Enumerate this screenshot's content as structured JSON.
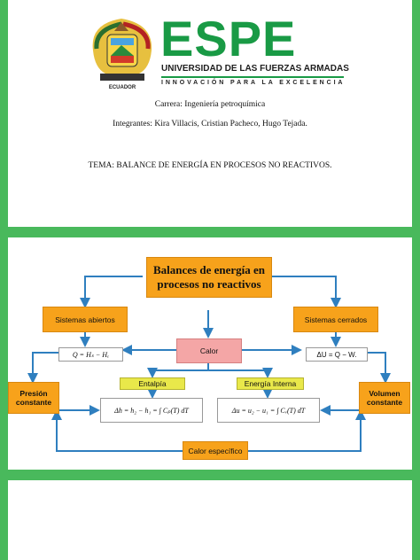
{
  "header": {
    "logo_text": "ESPE",
    "university": "UNIVERSIDAD DE LAS FUERZAS ARMADAS",
    "tagline": "INNOVACIÓN PARA LA EXCELENCIA",
    "crest_label": "ECUADOR"
  },
  "cover": {
    "carrera": "Carrera: Ingeniería petroquímica",
    "integrantes": "Integrantes: Kira Villacis, Cristian Pacheco, Hugo Tejada.",
    "tema": "TEMA: BALANCE DE ENERGÍA EN PROCESOS NO REACTIVOS."
  },
  "diagram": {
    "title": "Balances de energía en procesos no reactivos",
    "open_systems": "Sistemas abiertos",
    "closed_systems": "Sistemas cerrados",
    "open_eq": "Q = Hₛ − Hₑ",
    "closed_eq": "ΔU = Q − W.",
    "heat": "Calor",
    "enthalpy": "Entalpía",
    "internal_energy": "Energía Interna",
    "constant_pressure": "Presión constante",
    "constant_volume": "Volumen constante",
    "enthalpy_eq": "Δh = h₂ − h₁ = ∫ Cₚ(T) dT",
    "internal_energy_eq": "Δu = u₂ − u₁ = ∫ Cᵥ(T) dT",
    "specific_heat": "Calor específico"
  },
  "colors": {
    "background_green": "#49b95c",
    "brand_green": "#199a45",
    "orange": "#f7a21b",
    "arrow_blue": "#2f7fbf",
    "pink": "#f4a6a6",
    "yellow": "#e9e84a"
  }
}
